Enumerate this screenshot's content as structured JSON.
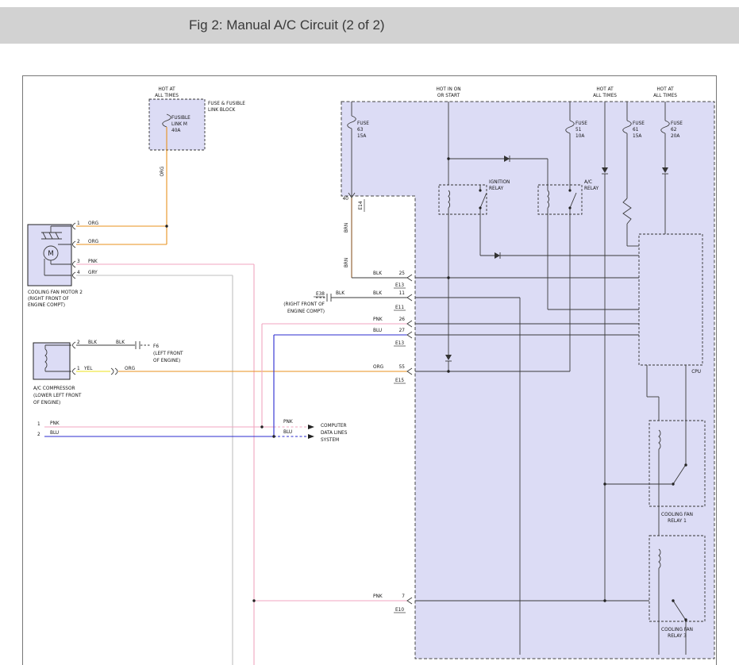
{
  "header": {
    "title": "Fig 2: Manual A/C Circuit (2 of 2)"
  },
  "colors": {
    "org": "#E8921E",
    "pnk": "#F0A6C0",
    "blu": "#2B2BCF",
    "yel": "#EDE21B",
    "gry": "#BFBFBF",
    "blk": "#3A3A3A",
    "brn": "#8A5A2A",
    "lavender": "#DCDCF5",
    "header_bg": "#D2D2D2"
  },
  "labels": {
    "power": {
      "hot_at": "HOT AT",
      "all_times": "ALL TIMES",
      "hot_in_on": "HOT IN ON",
      "or_start": "OR START"
    },
    "wires": {
      "org": "ORG",
      "pnk": "PNK",
      "gry": "GRY",
      "blk": "BLK",
      "blu": "BLU",
      "yel": "YEL",
      "brn": "BRN"
    },
    "pins": {
      "n1": "1",
      "n2": "2",
      "n3": "3",
      "n4": "4",
      "n7": "7",
      "n11": "11",
      "n25": "25",
      "n26": "26",
      "n27": "27",
      "n40": "40",
      "n55": "55"
    },
    "connectors": {
      "e38": "E38",
      "e14": "E14",
      "e13": "E13",
      "e11": "E11",
      "e15": "E15",
      "e10": "E10",
      "f6": "F6"
    },
    "fuses": {
      "fuse_fusible": "FUSE & FUSIBLE",
      "link_block": "LINK BLOCK",
      "fusible": "FUSIBLE",
      "link_m": "LINK M",
      "a40": "40A",
      "fuse": "FUSE",
      "n63": "63",
      "a15": "15A",
      "n51": "51",
      "a10": "10A",
      "n61": "61",
      "n62": "62",
      "a20": "20A"
    },
    "relays": {
      "ignition": "IGNITION",
      "relay": "RELAY",
      "ac": "A/C",
      "cooling_fan": "COOLING FAN",
      "relay1": "RELAY 1",
      "relay3": "RELAY 3"
    },
    "components": {
      "motor_l1": "COOLING FAN MOTOR 2",
      "m": "M",
      "comp_l1": "A/C COMPRESSOR",
      "cpu": "CPU",
      "cdl1": "COMPUTER",
      "cdl2": "DATA LINES",
      "cdl3": "SYSTEM"
    },
    "notes": {
      "motor_l2": "(RIGHT FRONT OF",
      "motor_l3": "ENGINE COMPT)",
      "comp_l2": "(LOWER LEFT FRONT",
      "comp_l3": "OF ENGINE)",
      "f6_l1": "(LEFT FRONT",
      "f6_l2": "OF ENGINE)",
      "e38_l1": "(RIGHT FRONT OF",
      "e38_l2": "ENGINE COMPT)"
    }
  }
}
